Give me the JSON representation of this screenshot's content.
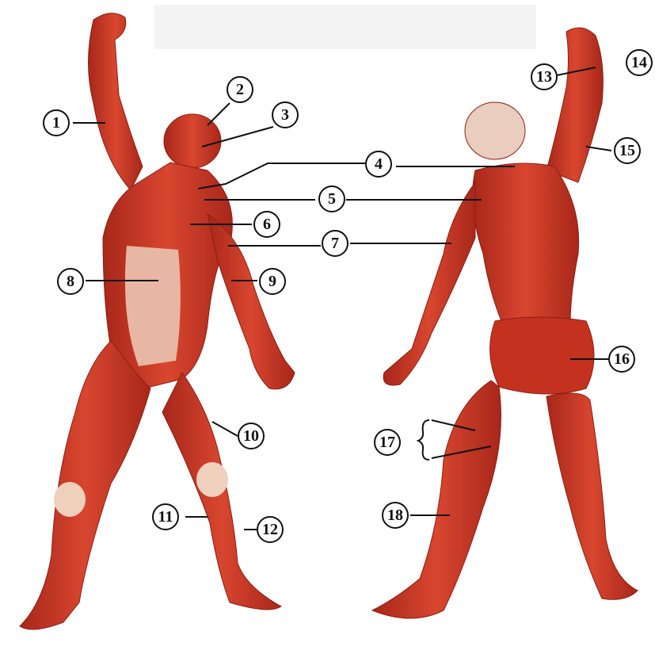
{
  "diagram": {
    "labels": [
      "1",
      "2",
      "3",
      "4",
      "5",
      "6",
      "7",
      "8",
      "9",
      "10",
      "11",
      "12",
      "13",
      "14",
      "15",
      "16",
      "17",
      "18"
    ],
    "colors": {
      "muscle": "#cc3b2a",
      "muscle_dark": "#a8271a",
      "tendon": "#f1d6c4",
      "line": "#111111"
    }
  }
}
